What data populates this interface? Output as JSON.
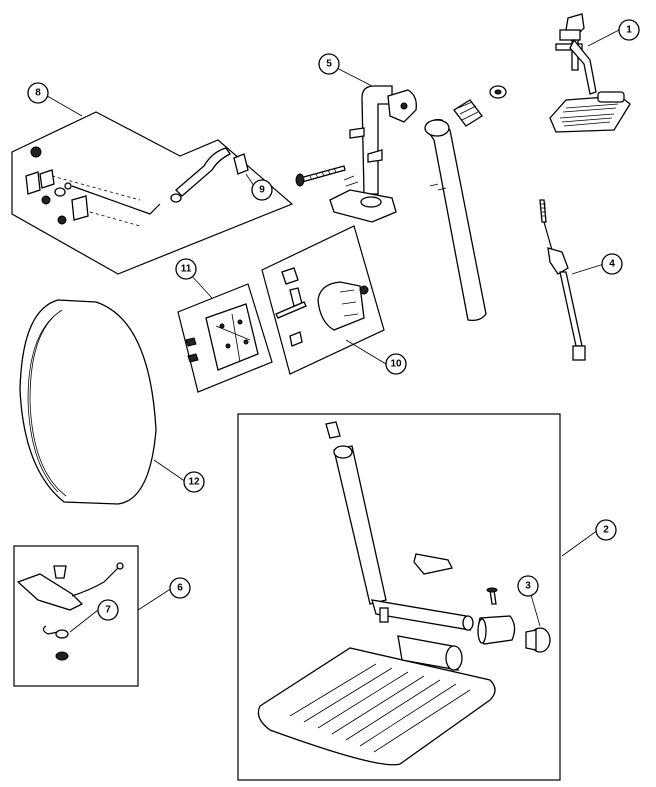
{
  "diagram": {
    "callouts": [
      {
        "id": "1",
        "label": "1"
      },
      {
        "id": "2",
        "label": "2"
      },
      {
        "id": "3",
        "label": "3"
      },
      {
        "id": "4",
        "label": "4"
      },
      {
        "id": "5",
        "label": "5"
      },
      {
        "id": "6",
        "label": "6"
      },
      {
        "id": "7",
        "label": "7"
      },
      {
        "id": "8",
        "label": "8"
      },
      {
        "id": "9",
        "label": "9"
      },
      {
        "id": "10",
        "label": "10"
      },
      {
        "id": "11",
        "label": "11"
      },
      {
        "id": "12",
        "label": "12"
      }
    ]
  }
}
